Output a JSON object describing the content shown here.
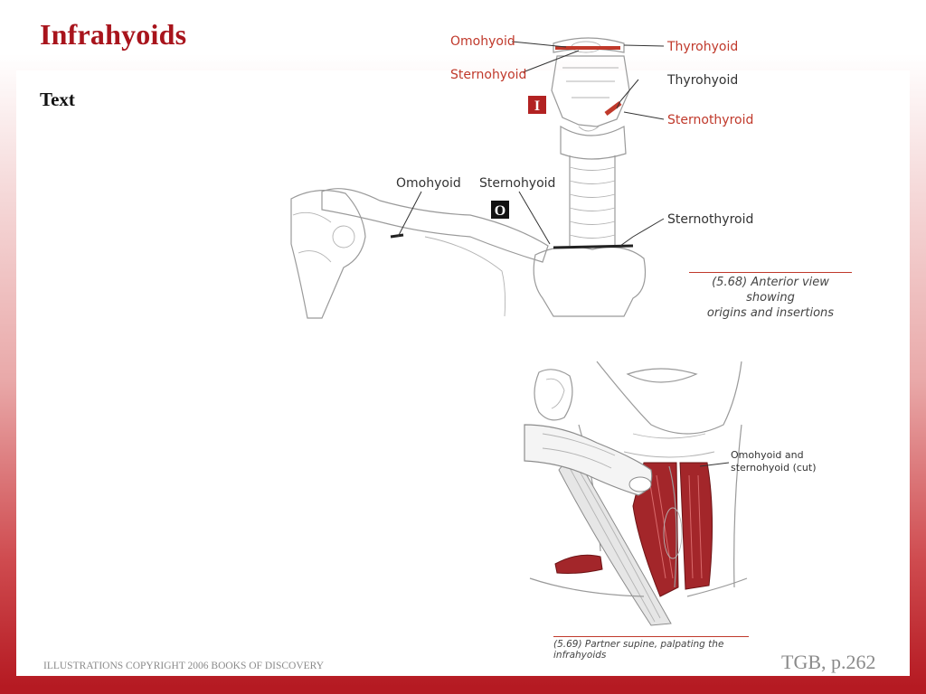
{
  "slide": {
    "title": "Infrahyoids",
    "subheading": "Text"
  },
  "figure_anterior": {
    "labels": {
      "omohyoid_top": "Omohyoid",
      "sternohyoid_top": "Sternohyoid",
      "thyrohyoid_red": "Thyrohyoid",
      "thyrohyoid": "Thyrohyoid",
      "sternothyroid_red": "Sternothyroid",
      "omohyoid": "Omohyoid",
      "sternohyoid": "Sternohyoid",
      "sternothyroid": "Sternothyroid"
    },
    "insertion_marker": "I",
    "origin_marker": "O",
    "caption_line1": "(5.68) Anterior view showing",
    "caption_line2": "origins and insertions"
  },
  "figure_palpation": {
    "label_line1": "Omohyoid and",
    "label_line2": "sternohyoid (cut)",
    "caption": "(5.69) Partner supine, palpating the infrahyoids"
  },
  "footer": {
    "copyright": "ILLUSTRATIONS COPYRIGHT 2006 BOOKS OF DISCOVERY",
    "reference": "TGB, p.262"
  },
  "colors": {
    "title_red": "#a8141c",
    "accent_red": "#c0392b",
    "muscle_red": "#a3262a"
  }
}
